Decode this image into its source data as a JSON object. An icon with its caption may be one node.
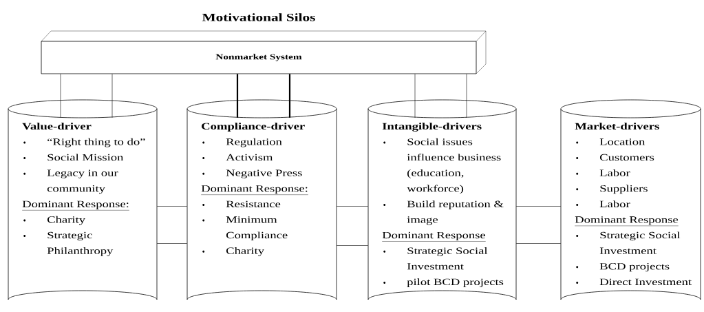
{
  "diagram": {
    "title": "Motivational Silos",
    "nodes": [
      {
        "text": [
          "Nonmarket System"
        ]
      },
      {
        "text": [
          "Value-driver",
          "“Right thing to do”",
          "Social Mission",
          "Legacy in our community",
          "Dominant Response:",
          "Charity",
          "Strategic Philanthropy"
        ]
      },
      {
        "text": [
          "Compliance-driver",
          "Regulation",
          "Activism",
          "Negative Press",
          "Dominant Response:",
          "Resistance",
          "Minimum Compliance",
          "Charity"
        ]
      },
      {
        "text": [
          "Intangible-drivers",
          "Social issues influence business (education, workforce)",
          "Build reputation & image",
          "Dominant Response",
          "Strategic Social Investment",
          "pilot BCD projects"
        ]
      },
      {
        "text": [
          "Market-drivers",
          "Location",
          "Customers",
          "Labor",
          "Suppliers",
          "Labor",
          "Dominant Response",
          "Strategic Social Investment",
          "BCD projects",
          "Direct Investment"
        ]
      }
    ],
    "edges": [
      {
        "from": 0,
        "to": 1,
        "arrow": "none"
      },
      {
        "from": 0,
        "to": 1,
        "arrow": "none"
      },
      {
        "from": 0,
        "to": 2,
        "arrow": "none",
        "style": "thick"
      },
      {
        "from": 0,
        "to": 2,
        "arrow": "none",
        "style": "thick"
      },
      {
        "from": 0,
        "to": 3,
        "arrow": "none"
      },
      {
        "from": 0,
        "to": 3,
        "arrow": "none"
      },
      {
        "from": 1,
        "to": 2,
        "arrow": "none"
      },
      {
        "from": 1,
        "to": 2,
        "arrow": "none"
      },
      {
        "from": 2,
        "to": 3,
        "arrow": "none"
      },
      {
        "from": 2,
        "to": 3,
        "arrow": "none"
      },
      {
        "from": 3,
        "to": 4,
        "arrow": "none"
      },
      {
        "from": 3,
        "to": 4,
        "arrow": "none"
      }
    ]
  }
}
